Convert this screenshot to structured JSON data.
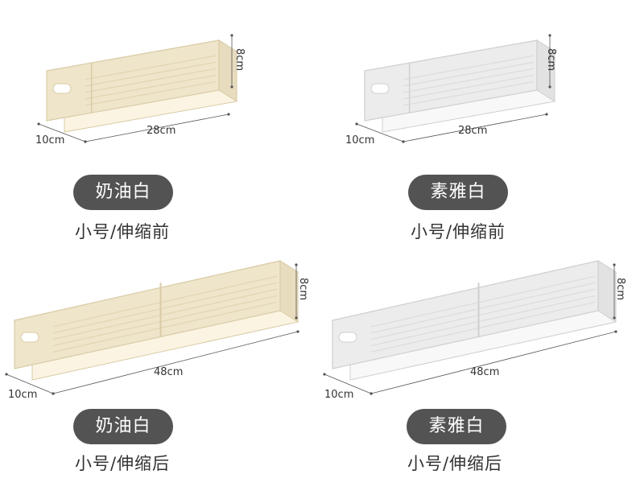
{
  "palette": {
    "cream": {
      "top": "#f6efdc",
      "front": "#efe5cb",
      "inner": "#fbf4e2",
      "side": "#e8dcbf",
      "line": "#d9cba6",
      "rib": "#e4d7b6"
    },
    "white": {
      "top": "#f3f3f3",
      "front": "#ececec",
      "inner": "#f8f8f8",
      "side": "#e2e2e2",
      "line": "#cfcfcf",
      "rib": "#dedede"
    }
  },
  "products": [
    {
      "color_key": "cream",
      "length_label": "28cm",
      "width_label": "10cm",
      "height_label": "8cm",
      "badge": "奶油白",
      "caption": "小号/伸缩前"
    },
    {
      "color_key": "white",
      "length_label": "28cm",
      "width_label": "10cm",
      "height_label": "8cm",
      "badge": "素雅白",
      "caption": "小号/伸缩前"
    },
    {
      "color_key": "cream",
      "length_label": "48cm",
      "width_label": "10cm",
      "height_label": "8cm",
      "badge": "奶油白",
      "caption": "小号/伸缩后"
    },
    {
      "color_key": "white",
      "length_label": "48cm",
      "width_label": "10cm",
      "height_label": "8cm",
      "badge": "素雅白",
      "caption": "小号/伸缩后"
    }
  ]
}
